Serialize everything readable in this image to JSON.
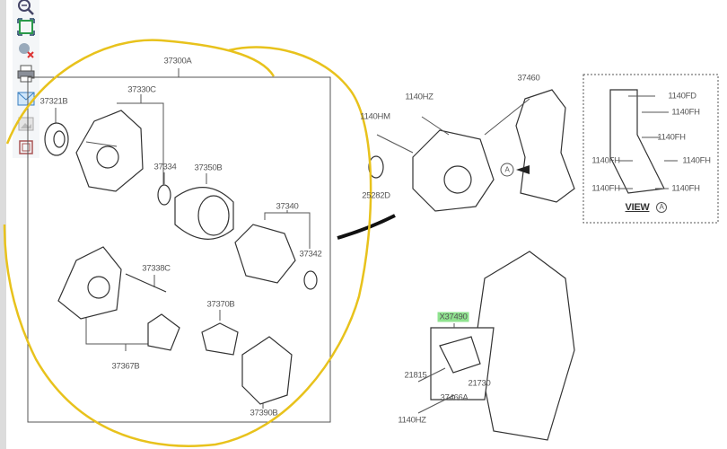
{
  "toolbar": {
    "icons": [
      "zoom-out-icon",
      "fit-to-window-icon",
      "clear-selection-icon",
      "print-icon",
      "mail-icon",
      "image-icon",
      "select-area-icon"
    ]
  },
  "diagram": {
    "assembly_label": "37300A",
    "parts": {
      "pulley": "37321B",
      "front_bracket": "37330C",
      "bearing_front": "37334",
      "stator": "37350B",
      "rotor": "37340",
      "bearing_rear": "37342",
      "through_bolt": "37338C",
      "brush_holder": "37370B",
      "rear_bracket": "37367B",
      "rectifier": "37390B"
    },
    "mount": {
      "bolt_top": "1140HZ",
      "bolt_side": "1140HM",
      "idler": "25282D",
      "bracket": "37460",
      "marker": "A"
    },
    "view_a": {
      "title": "VIEW",
      "marker": "A",
      "bolts": [
        "1140FD",
        "1140FH",
        "1140FH",
        "1140FH",
        "1140FH",
        "1140FH",
        "1140FH"
      ]
    },
    "lower": {
      "highlighted": "X37490",
      "bolt_a": "21815",
      "nut": "21730",
      "stud": "37466A",
      "bolt_b": "1140HZ"
    },
    "colors": {
      "annotation": "#e8c21c",
      "highlight": "#8fe38f",
      "line": "#444444"
    }
  }
}
